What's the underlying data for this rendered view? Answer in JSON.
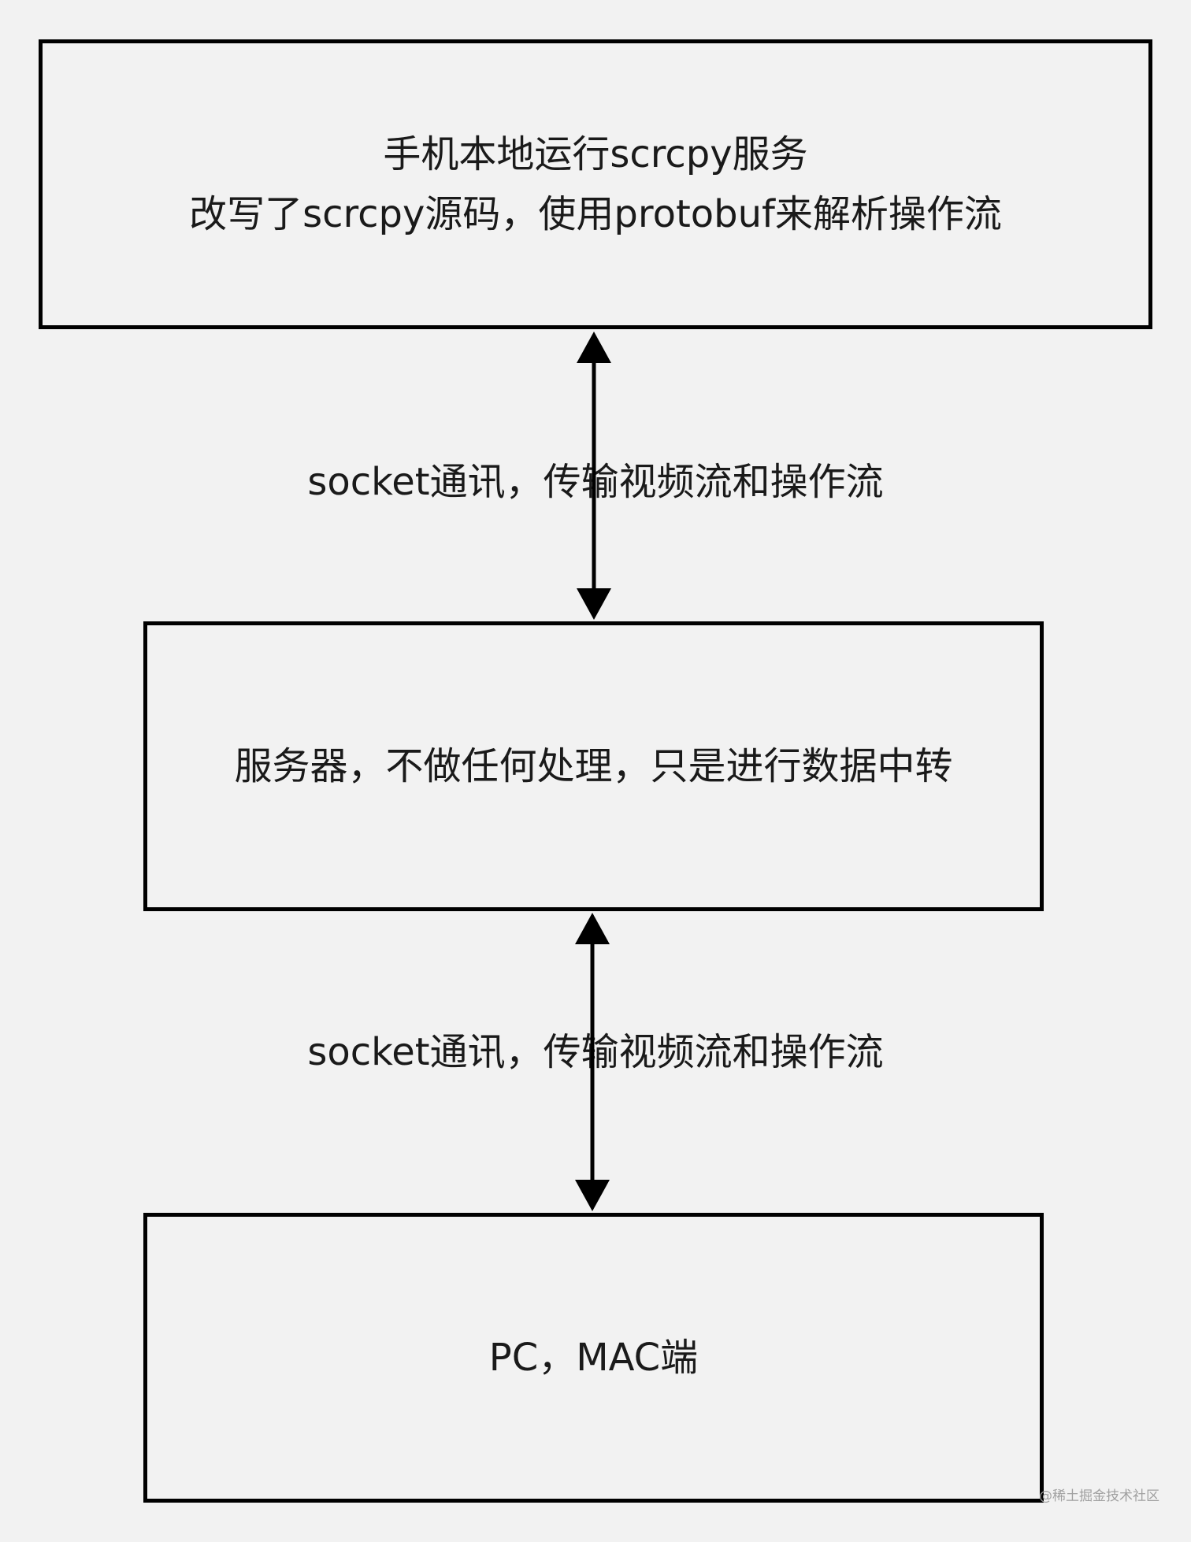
{
  "nodes": [
    {
      "lines": [
        "手机本地运行scrcpy服务",
        "改写了scrcpy源码，使用protobuf来解析操作流"
      ]
    },
    {
      "lines": [
        "服务器，不做任何处理，只是进行数据中转"
      ]
    },
    {
      "lines": [
        "PC，MAC端"
      ]
    }
  ],
  "edges": [
    {
      "label": "socket通讯，传输视频流和操作流",
      "arrowheads": {
        "start": true,
        "end": true
      }
    },
    {
      "label": "socket通讯，传输视频流和操作流",
      "arrowheads": {
        "start": true,
        "end": true
      }
    }
  ],
  "watermark": "@稀土掘金技术社区",
  "colors": {
    "background": "#f2f2f2",
    "stroke": "#000000",
    "text": "#1a1a1a",
    "watermark": "#a0a0a0"
  }
}
